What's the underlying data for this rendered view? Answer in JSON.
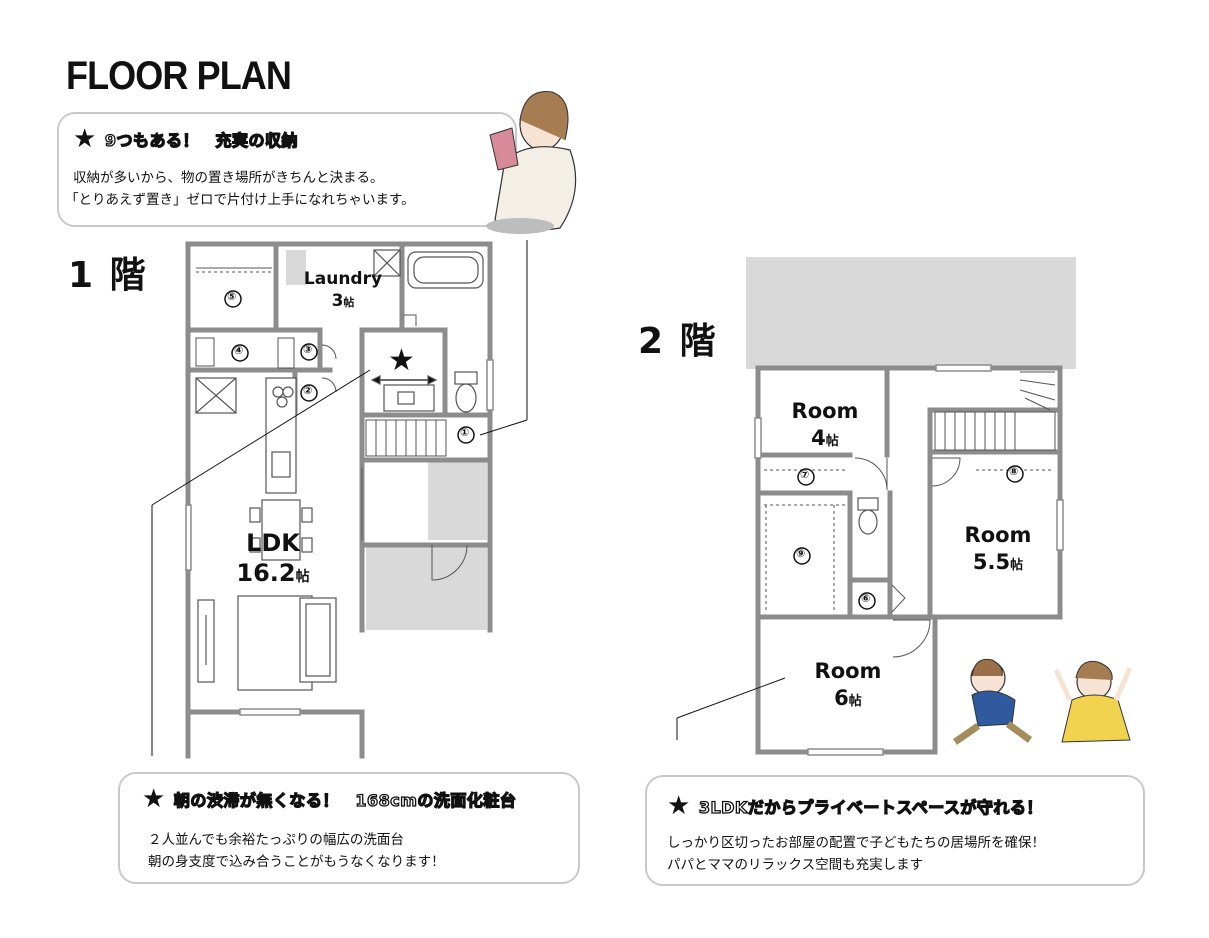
{
  "title": "FLOOR PLAN",
  "callout_top": {
    "heading": "9つもある！　充実の収納",
    "lines": [
      "収納が多いから、物の置き場所がきちんと決まる。",
      "「とりあえず置き」ゼロで片付け上手になれちゃいます。"
    ]
  },
  "floor1": {
    "label": "1 階",
    "rooms": {
      "laundry_name": "Laundry",
      "laundry_size": "3",
      "laundry_unit": "帖",
      "ldk_name": "LDK",
      "ldk_size": "16.2",
      "ldk_unit": "帖"
    },
    "storage_numbers": [
      "①",
      "②",
      "③",
      "④",
      "⑤"
    ]
  },
  "floor2": {
    "label": "2 階",
    "rooms": {
      "room_a_name": "Room",
      "room_a_size": "4",
      "room_a_unit": "帖",
      "room_b_name": "Room",
      "room_b_size": "5.5",
      "room_b_unit": "帖",
      "room_c_name": "Room",
      "room_c_size": "6",
      "room_c_unit": "帖"
    },
    "storage_numbers": [
      "⑥",
      "⑦",
      "⑧",
      "⑨"
    ]
  },
  "callout_bottom_left": {
    "heading": "朝の渋滞が無くなる！　168cmの洗面化粧台",
    "lines": [
      "２人並んでも余裕たっぷりの幅広の洗面台",
      "朝の身支度で込み合うことがもうなくなります！"
    ]
  },
  "callout_bottom_right": {
    "heading": "3LDKだからプライベートスペースが守れる！",
    "lines": [
      "しっかり区切ったお部屋の配置で子どもたちの居場所を確保！",
      "パパとママのリラックス空間も充実します"
    ]
  },
  "colors": {
    "wall": "#8c8c8c",
    "shade": "#d9d9d9",
    "border": "#c9c9c9",
    "text": "#111111"
  },
  "icons": [
    "star-icon",
    "woman-illustration",
    "children-illustration"
  ]
}
